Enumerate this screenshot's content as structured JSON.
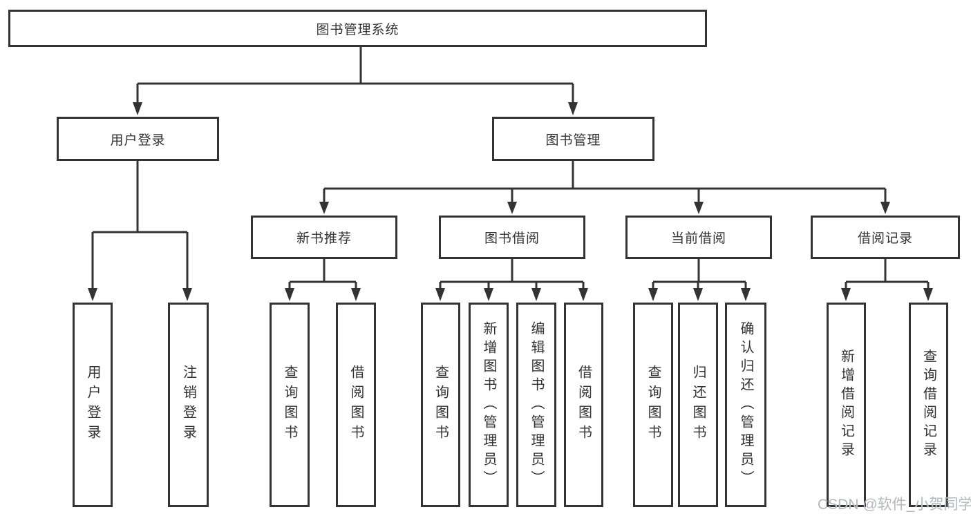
{
  "diagram": {
    "root": {
      "label": "图书管理系统",
      "children": [
        {
          "label": "用户登录",
          "children": [
            {
              "label": "用户登录"
            },
            {
              "label": "注销登录"
            }
          ]
        },
        {
          "label": "图书管理",
          "children": [
            {
              "label": "新书推荐",
              "children": [
                {
                  "label": "查询图书"
                },
                {
                  "label": "借阅图书"
                }
              ]
            },
            {
              "label": "图书借阅",
              "children": [
                {
                  "label": "查询图书"
                },
                {
                  "label": "新增图书（管理员）"
                },
                {
                  "label": "编辑图书（管理员）"
                },
                {
                  "label": "借阅图书"
                }
              ]
            },
            {
              "label": "当前借阅",
              "children": [
                {
                  "label": "查询图书"
                },
                {
                  "label": "归还图书"
                },
                {
                  "label": "确认归还（管理员）"
                }
              ]
            },
            {
              "label": "借阅记录",
              "children": [
                {
                  "label": "新增借阅记录"
                },
                {
                  "label": "查询借阅记录"
                }
              ]
            }
          ]
        }
      ]
    }
  },
  "watermark": {
    "text": "CSDN @软件_小贺同学"
  },
  "colors": {
    "line": "#333333",
    "text": "#333333",
    "background": "#ffffff",
    "watermark": "#b3b8bd"
  }
}
